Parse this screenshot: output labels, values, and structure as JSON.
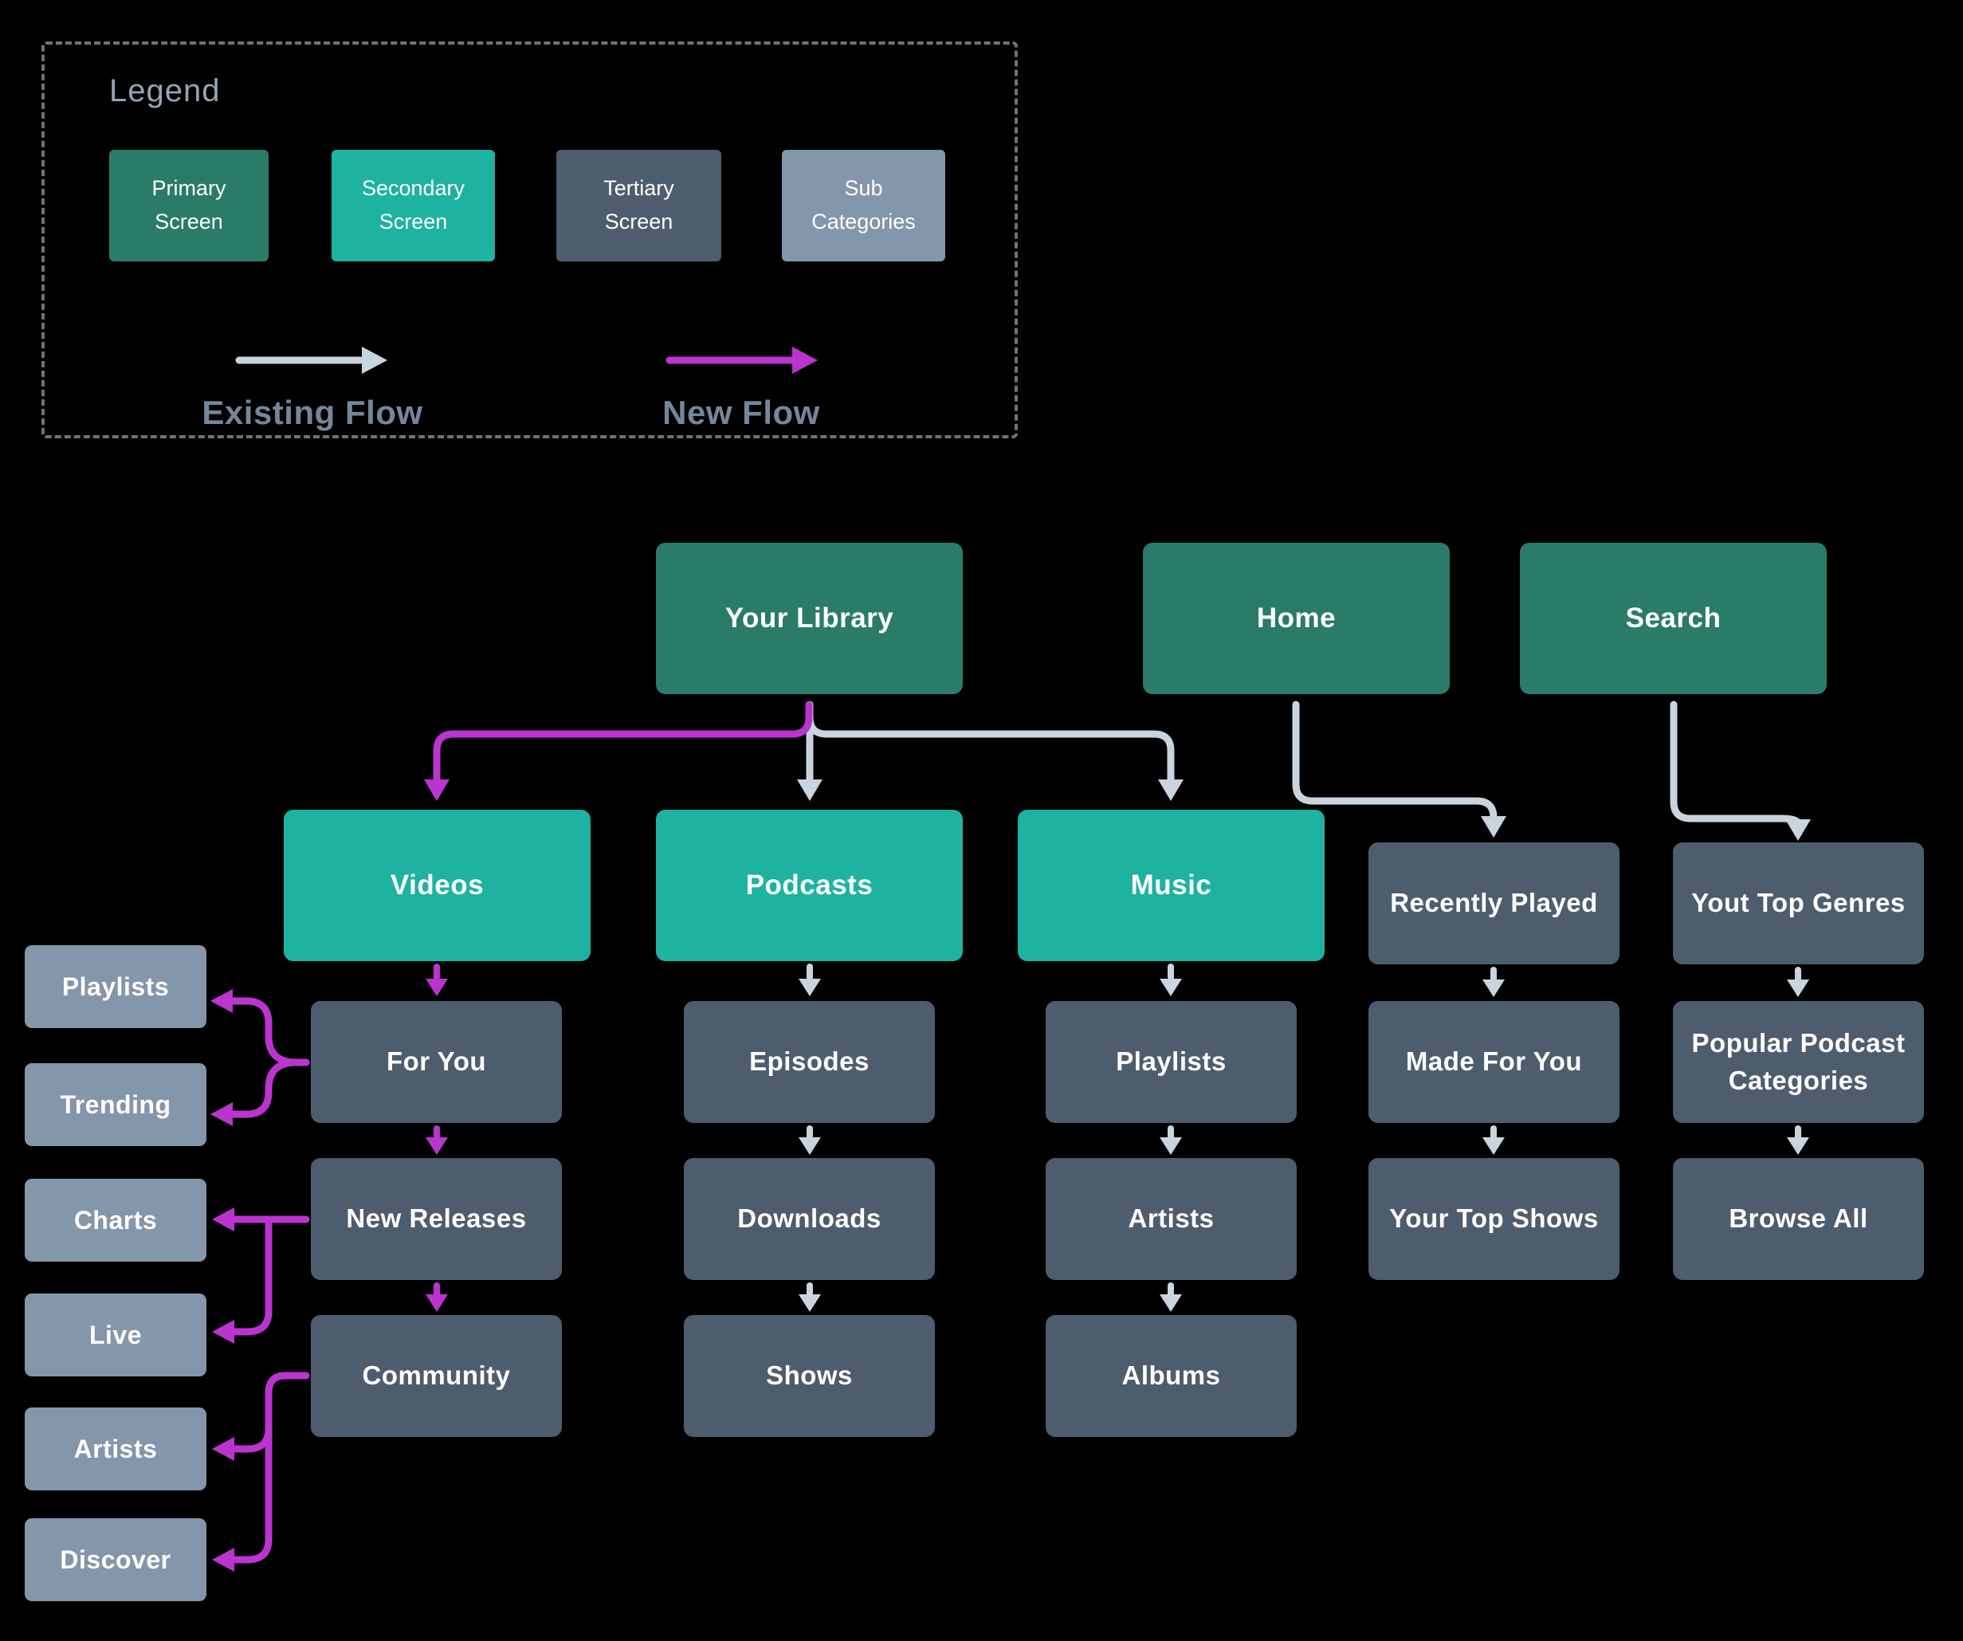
{
  "colors": {
    "background": "#000000",
    "primary": "#2A7B68",
    "secondary": "#1EB2A0",
    "tertiary": "#4E5D6D",
    "subcategory": "#8496A9",
    "flow_existing": "#C9D4DE",
    "flow_new": "#BC34D0",
    "legend_border": "#68757F",
    "legend_title": "#95A3B2",
    "flow_label": "#74879A"
  },
  "legend": {
    "title": "Legend",
    "swatches": [
      {
        "label": "Primary Screen",
        "type": "primary"
      },
      {
        "label": "Secondary Screen",
        "type": "secondary"
      },
      {
        "label": "Tertiary Screen",
        "type": "tertiary"
      },
      {
        "label": "Sub Categories",
        "type": "subcategory"
      }
    ],
    "existing_flow_label": "Existing Flow",
    "new_flow_label": "New Flow"
  },
  "diagram": {
    "primary": [
      "Your Library",
      "Home",
      "Search"
    ],
    "secondary": [
      "Videos",
      "Podcasts",
      "Music"
    ],
    "videos_children": [
      "For You",
      "New Releases",
      "Community"
    ],
    "podcasts_children": [
      "Episodes",
      "Downloads",
      "Shows"
    ],
    "music_children": [
      "Playlists",
      "Artists",
      "Albums"
    ],
    "home_children": [
      "Recently Played",
      "Made For You",
      "Your Top Shows"
    ],
    "search_children": [
      "Yout Top Genres",
      "Popular Podcast Categories",
      "Browse All"
    ],
    "sub_categories": [
      "Playlists",
      "Trending",
      "Charts",
      "Live",
      "Artists",
      "Discover"
    ],
    "edges": [
      {
        "from": "Your Library",
        "to": "Videos",
        "type": "new"
      },
      {
        "from": "Your Library",
        "to": "Podcasts",
        "type": "existing"
      },
      {
        "from": "Your Library",
        "to": "Music",
        "type": "existing"
      },
      {
        "from": "Home",
        "to": "Recently Played",
        "type": "existing"
      },
      {
        "from": "Search",
        "to": "Yout Top Genres",
        "type": "existing"
      },
      {
        "from": "Videos",
        "to": "For You",
        "type": "new"
      },
      {
        "from": "For You",
        "to": "New Releases",
        "type": "new"
      },
      {
        "from": "New Releases",
        "to": "Community",
        "type": "new"
      },
      {
        "from": "For You",
        "to": "Playlists",
        "type": "new"
      },
      {
        "from": "For You",
        "to": "Trending",
        "type": "new"
      },
      {
        "from": "New Releases",
        "to": "Charts",
        "type": "new"
      },
      {
        "from": "New Releases",
        "to": "Live",
        "type": "new"
      },
      {
        "from": "Community",
        "to": "Artists",
        "type": "new"
      },
      {
        "from": "Community",
        "to": "Discover",
        "type": "new"
      },
      {
        "from": "Podcasts",
        "to": "Episodes",
        "type": "existing"
      },
      {
        "from": "Episodes",
        "to": "Downloads",
        "type": "existing"
      },
      {
        "from": "Downloads",
        "to": "Shows",
        "type": "existing"
      },
      {
        "from": "Music",
        "to": "Playlists",
        "type": "existing"
      },
      {
        "from": "Playlists",
        "to": "Artists",
        "type": "existing"
      },
      {
        "from": "Artists",
        "to": "Albums",
        "type": "existing"
      },
      {
        "from": "Recently Played",
        "to": "Made For You",
        "type": "existing"
      },
      {
        "from": "Made For You",
        "to": "Your Top Shows",
        "type": "existing"
      },
      {
        "from": "Yout Top Genres",
        "to": "Popular Podcast Categories",
        "type": "existing"
      },
      {
        "from": "Popular Podcast Categories",
        "to": "Browse All",
        "type": "existing"
      }
    ]
  }
}
